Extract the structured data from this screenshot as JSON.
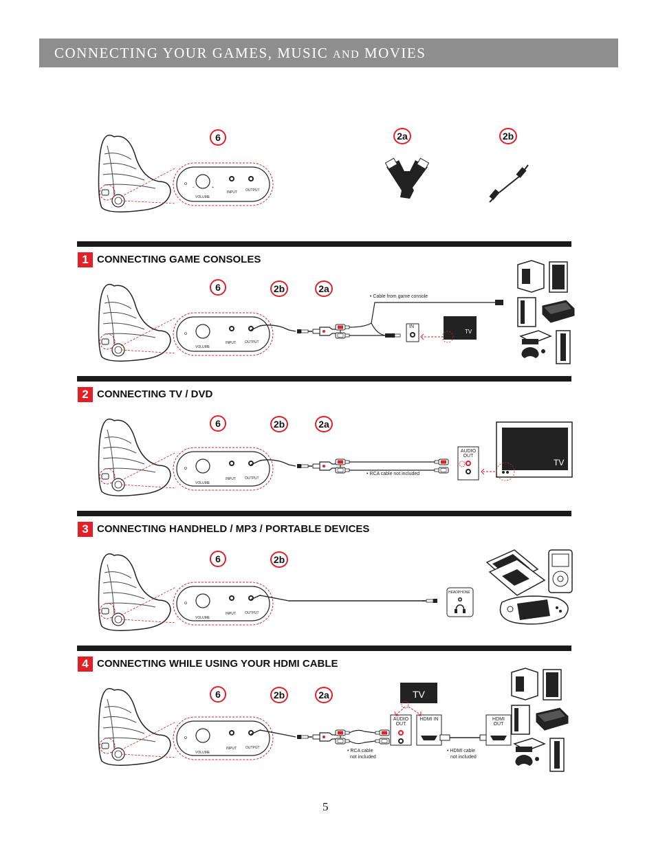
{
  "header": {
    "title_a": "Connecting your games, music ",
    "title_and": "and",
    "title_b": " movies"
  },
  "overview": {
    "callout_chair": "6",
    "callout_adapter": "2a",
    "callout_cable": "2b"
  },
  "panel": {
    "volume": "VOLUME",
    "input": "INPUT",
    "output": "OUTPUT",
    "minus": "–",
    "plus": "+"
  },
  "sections": [
    {
      "number": "1",
      "title": "CONNECTING GAME CONSOLES",
      "callouts": [
        "6",
        "2b",
        "2a"
      ],
      "note_cable": "• Cable from game console",
      "jack_in": "IN",
      "tv": "TV"
    },
    {
      "number": "2",
      "title": "CONNECTING TV / DVD",
      "callouts": [
        "6",
        "2b",
        "2a"
      ],
      "audio_out": "AUDIO OUT",
      "note_rca": "• RCA cable not included",
      "tv": "TV"
    },
    {
      "number": "3",
      "title": "CONNECTING HANDHELD / MP3 / PORTABLE DEVICES",
      "callouts": [
        "6",
        "2b"
      ],
      "headphone": "HEADPHONE"
    },
    {
      "number": "4",
      "title": "CONNECTING WHILE USING YOUR HDMI CABLE",
      "callouts": [
        "6",
        "2b",
        "2a"
      ],
      "tv": "TV",
      "audio_out": "AUDIO OUT",
      "hdmi_in": "HDMI IN",
      "hdmi_out": "HDMI OUT",
      "note_rca_1": "• RCA cable",
      "note_rca_2": "not included",
      "note_hdmi_1": "• HDMI cable",
      "note_hdmi_2": "not included"
    }
  ],
  "page_number": "5",
  "colors": {
    "accent": "#e21f26",
    "banner": "#8e8e8e",
    "rule": "#1a1a1a"
  }
}
